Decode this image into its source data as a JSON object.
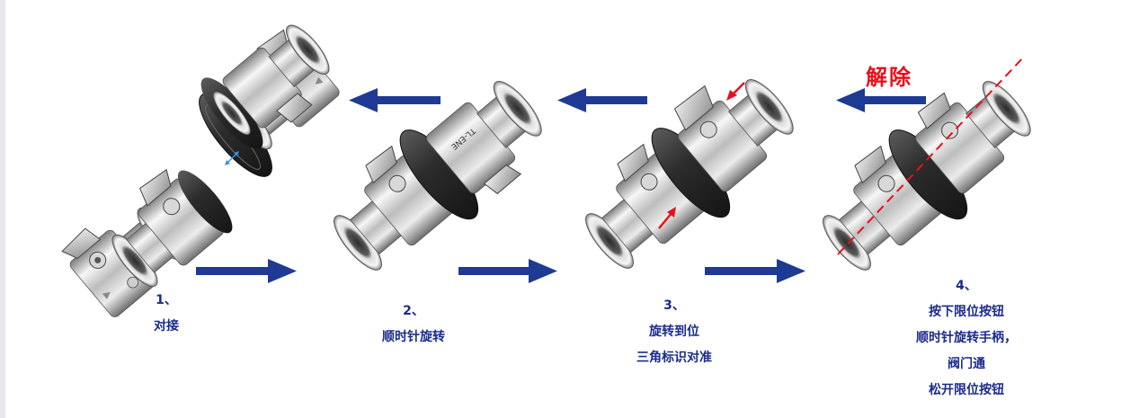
{
  "colors": {
    "arrow": "#1f3a93",
    "label_text": "#1a2b8a",
    "release_text": "#e8101c",
    "indicator_red": "#e8101c",
    "seal_ring": "#2a2a2a",
    "steel_light": "#f2f2f2",
    "steel_dark": "#8a8a8a"
  },
  "release_label": "解除",
  "steps": [
    {
      "number": "1、",
      "lines": [
        "对接"
      ]
    },
    {
      "number": "2、",
      "lines": [
        "顺时针旋转"
      ]
    },
    {
      "number": "3、",
      "lines": [
        "旋转到位",
        "三角标识对准"
      ]
    },
    {
      "number": "4、",
      "lines": [
        "按下限位按钮",
        "顺时针旋转手柄，",
        "阀门通",
        "松开限位按钮"
      ]
    }
  ],
  "icons": [
    "arrow-right-icon",
    "arrow-left-icon",
    "rotate-arrow-icon",
    "alignment-line-icon"
  ]
}
